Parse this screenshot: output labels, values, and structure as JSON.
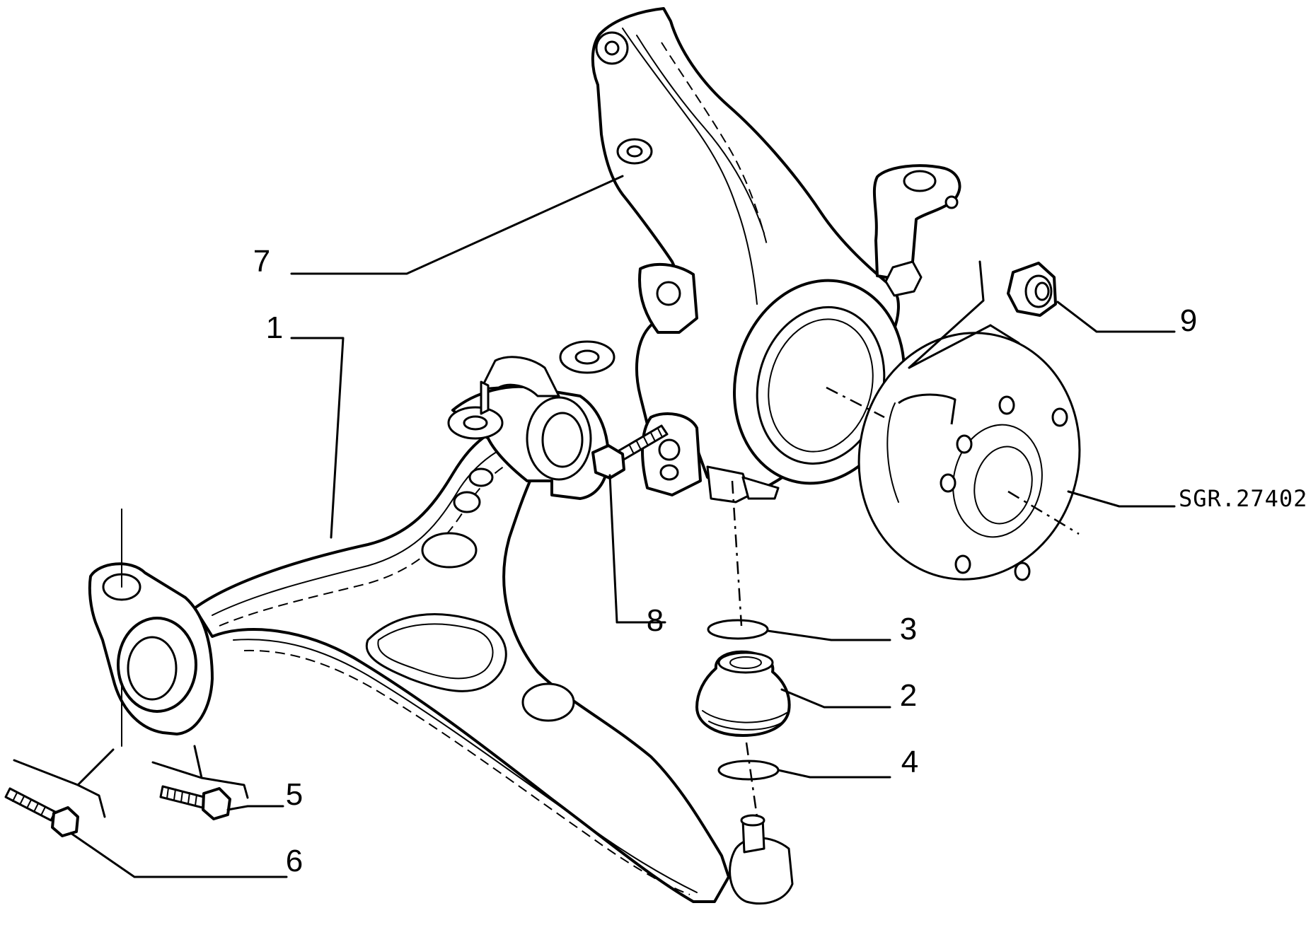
{
  "callouts": [
    {
      "id": "1",
      "text": "1"
    },
    {
      "id": "2",
      "text": "2"
    },
    {
      "id": "3",
      "text": "3"
    },
    {
      "id": "4",
      "text": "4"
    },
    {
      "id": "5",
      "text": "5"
    },
    {
      "id": "6",
      "text": "6"
    },
    {
      "id": "7",
      "text": "7"
    },
    {
      "id": "8",
      "text": "8"
    },
    {
      "id": "9",
      "text": "9"
    }
  ],
  "reference_code": "SGR.27402",
  "colors": {
    "line": "#000000",
    "fill": "#ffffff",
    "background": "#ffffff"
  }
}
